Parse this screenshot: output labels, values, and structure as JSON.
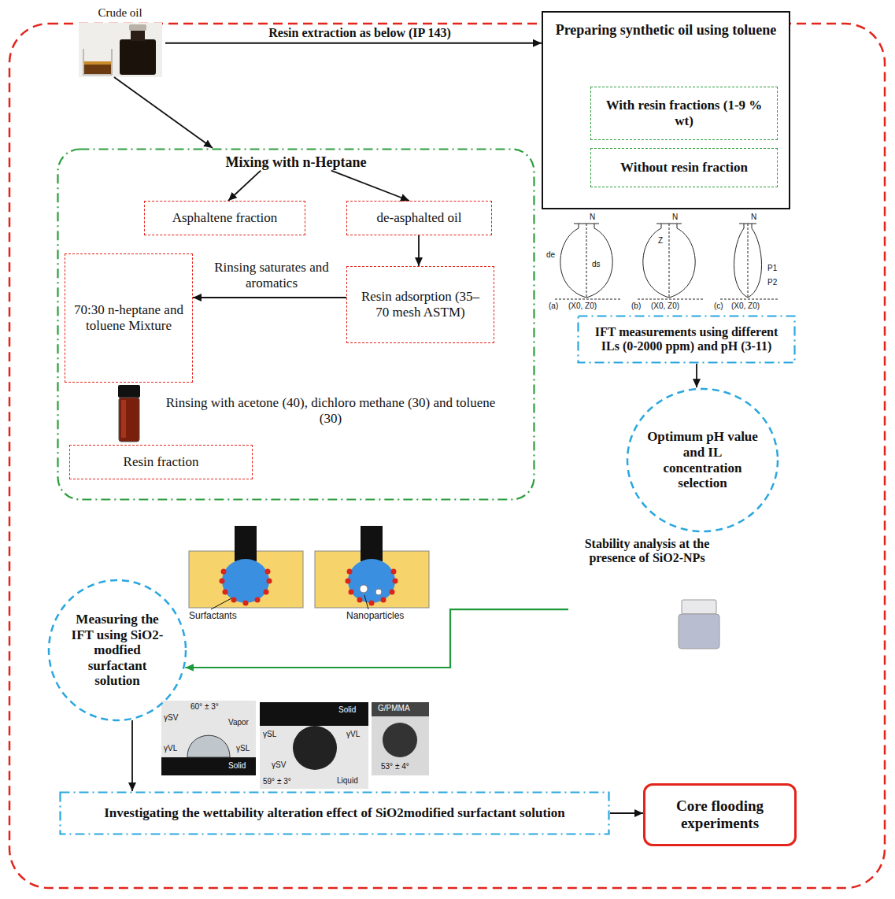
{
  "diagram": {
    "nodes": [
      {
        "text": [
          "Crude oil"
        ]
      },
      {
        "text": [
          "Preparing synthetic oil using toluene"
        ]
      },
      {
        "text": [
          "With resin fractions (1-9 % wt)"
        ],
        "in": 1
      },
      {
        "text": [
          "Without resin fraction"
        ],
        "in": 1
      },
      {
        "text": [
          "Mixing with n-Heptane"
        ]
      },
      {
        "text": [
          "Asphaltene fraction"
        ],
        "in": 4
      },
      {
        "text": [
          "de-asphalted oil"
        ],
        "in": 4
      },
      {
        "text": [
          "Resin adsorption (35–70 mesh ASTM)"
        ],
        "in": 4
      },
      {
        "text": [
          "70:30 n-heptane and toluene Mixture"
        ],
        "in": 4
      },
      {
        "text": [
          "Resin fraction"
        ],
        "in": 4
      },
      {
        "text": [
          "IFT measurements using different ILs (0-2000 ppm) and pH (3-11)"
        ]
      },
      {
        "text": [
          "Optimum pH value and IL concentration selection"
        ]
      },
      {
        "text": [
          "Stability analysis at the presence of SiO2-NPs"
        ]
      },
      {
        "text": [
          "Measuring the IFT using SiO2-modfied surfactant solution"
        ]
      },
      {
        "text": [
          "Investigating the wettability alteration effect of SiO2modified surfactant solution"
        ]
      },
      {
        "text": [
          "Core flooding experiments"
        ]
      }
    ],
    "edges": [
      {
        "from": 0,
        "to": 1,
        "arrow": "to",
        "label": "Resin extraction as below (IP 143)"
      },
      {
        "from": 0,
        "to": 4,
        "arrow": "to"
      },
      {
        "from": 4,
        "to": 5,
        "arrow": "to"
      },
      {
        "from": 4,
        "to": 6,
        "arrow": "to"
      },
      {
        "from": 6,
        "to": 7,
        "arrow": "to"
      },
      {
        "from": 7,
        "to": 8,
        "arrow": "to",
        "label": "Rinsing saturates and aromatics"
      },
      {
        "from": 10,
        "to": 11,
        "arrow": "to"
      },
      {
        "from": 12,
        "to": 13,
        "arrow": "to"
      },
      {
        "from": 13,
        "to": 14,
        "arrow": "to"
      },
      {
        "from": 14,
        "to": 15,
        "arrow": "to"
      }
    ],
    "labels": [
      "Rinsing with acetone (40), dichloro methane (30) and toluene (30)",
      "N",
      "de",
      "ds",
      "(X0, Z0)",
      "(a)",
      "N",
      "Z",
      "(X0, Z0)",
      "(b)",
      "N",
      "P1",
      "P2",
      "(X0, Z0)",
      "(c)",
      "Surfactants",
      "Nanoparticles",
      "60° ± 3°",
      "γSV",
      "Vapor",
      "γVL",
      "γSL",
      "Solid",
      "Solid",
      "γSL",
      "γVL",
      "59° ± 3°",
      "γSV",
      "Liquid",
      "G/PMMA",
      "53° ± 4°"
    ]
  }
}
